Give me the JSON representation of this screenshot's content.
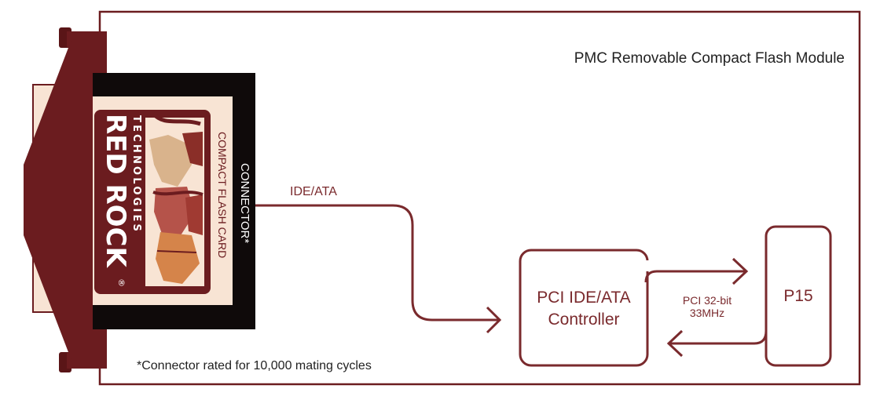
{
  "module": {
    "title": "PMC Removable Compact Flash Module",
    "footnote": "*Connector rated for 10,000 mating cycles"
  },
  "card": {
    "brand_line1": "RED ROCK",
    "brand_line2": "TECHNOLOGIES",
    "registered_mark": "®",
    "label": "COMPACT FLASH CARD"
  },
  "connector": {
    "label": "CONNECTOR*"
  },
  "bus": {
    "ide_label": "IDE/ATA",
    "pci_line1": "PCI 32-bit",
    "pci_line2": "33MHz"
  },
  "controller": {
    "line1": "PCI IDE/ATA",
    "line2": "Controller"
  },
  "p15": {
    "label": "P15"
  },
  "colors": {
    "maroon": "#6b1c1f",
    "line": "#7a2a2d",
    "cream": "#f8e4d4",
    "black": "#0f0a0a"
  }
}
